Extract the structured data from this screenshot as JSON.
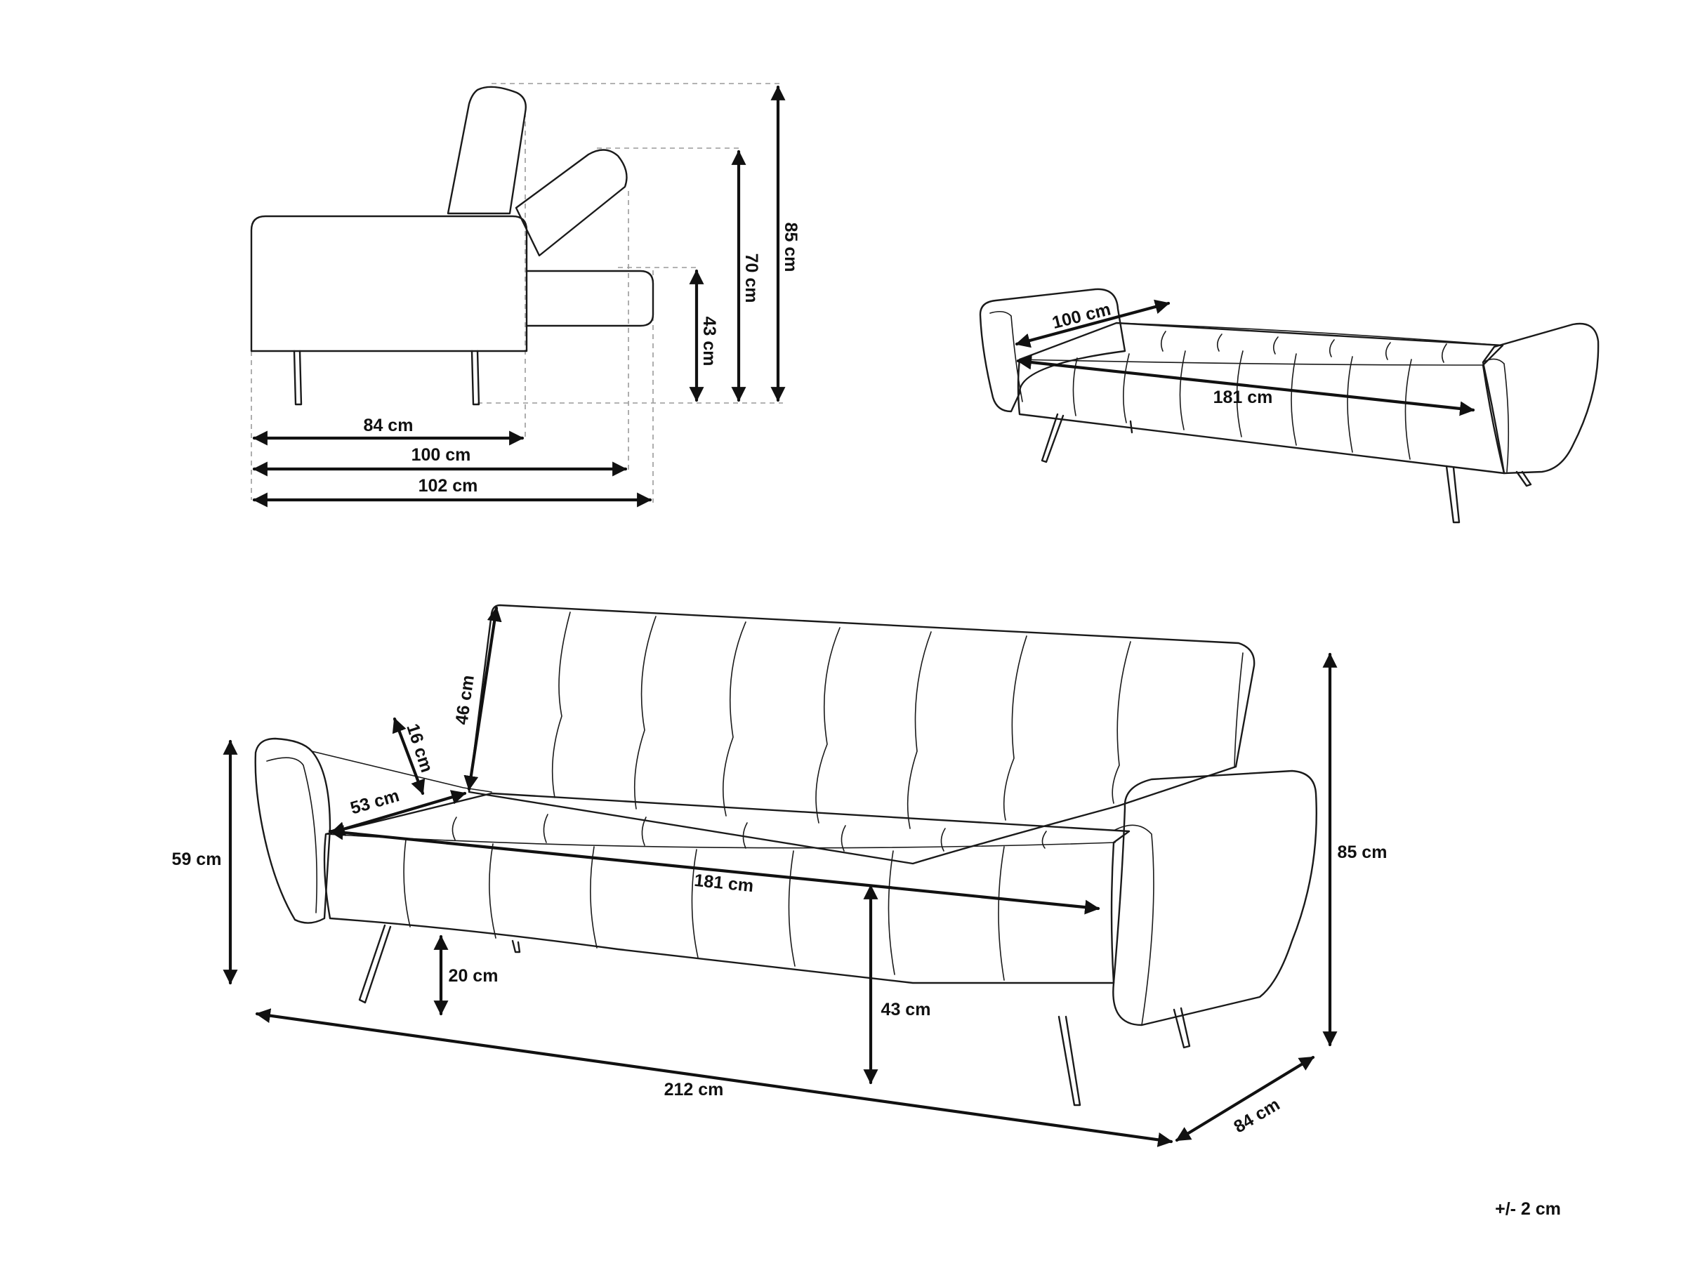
{
  "side_view": {
    "height_total": "85 cm",
    "height_back_reclined": "70 cm",
    "height_bed": "43 cm",
    "depth_seat": "84 cm",
    "depth_reclined": "100 cm",
    "depth_bed": "102 cm"
  },
  "bed_view": {
    "width_bed": "100 cm",
    "length_bed": "181 cm"
  },
  "front_view": {
    "back_height": "46 cm",
    "armrest_height": "16 cm",
    "seat_depth": "53 cm",
    "seat_width": "181 cm",
    "arm_height": "59 cm",
    "leg_clearance": "20 cm",
    "seat_height": "43 cm",
    "total_width": "212 cm",
    "total_depth": "84 cm",
    "total_height": "85 cm"
  },
  "tolerance": "+/- 2 cm",
  "colors": {
    "line": "#1a1a1a",
    "guide": "#9a9a9a"
  }
}
